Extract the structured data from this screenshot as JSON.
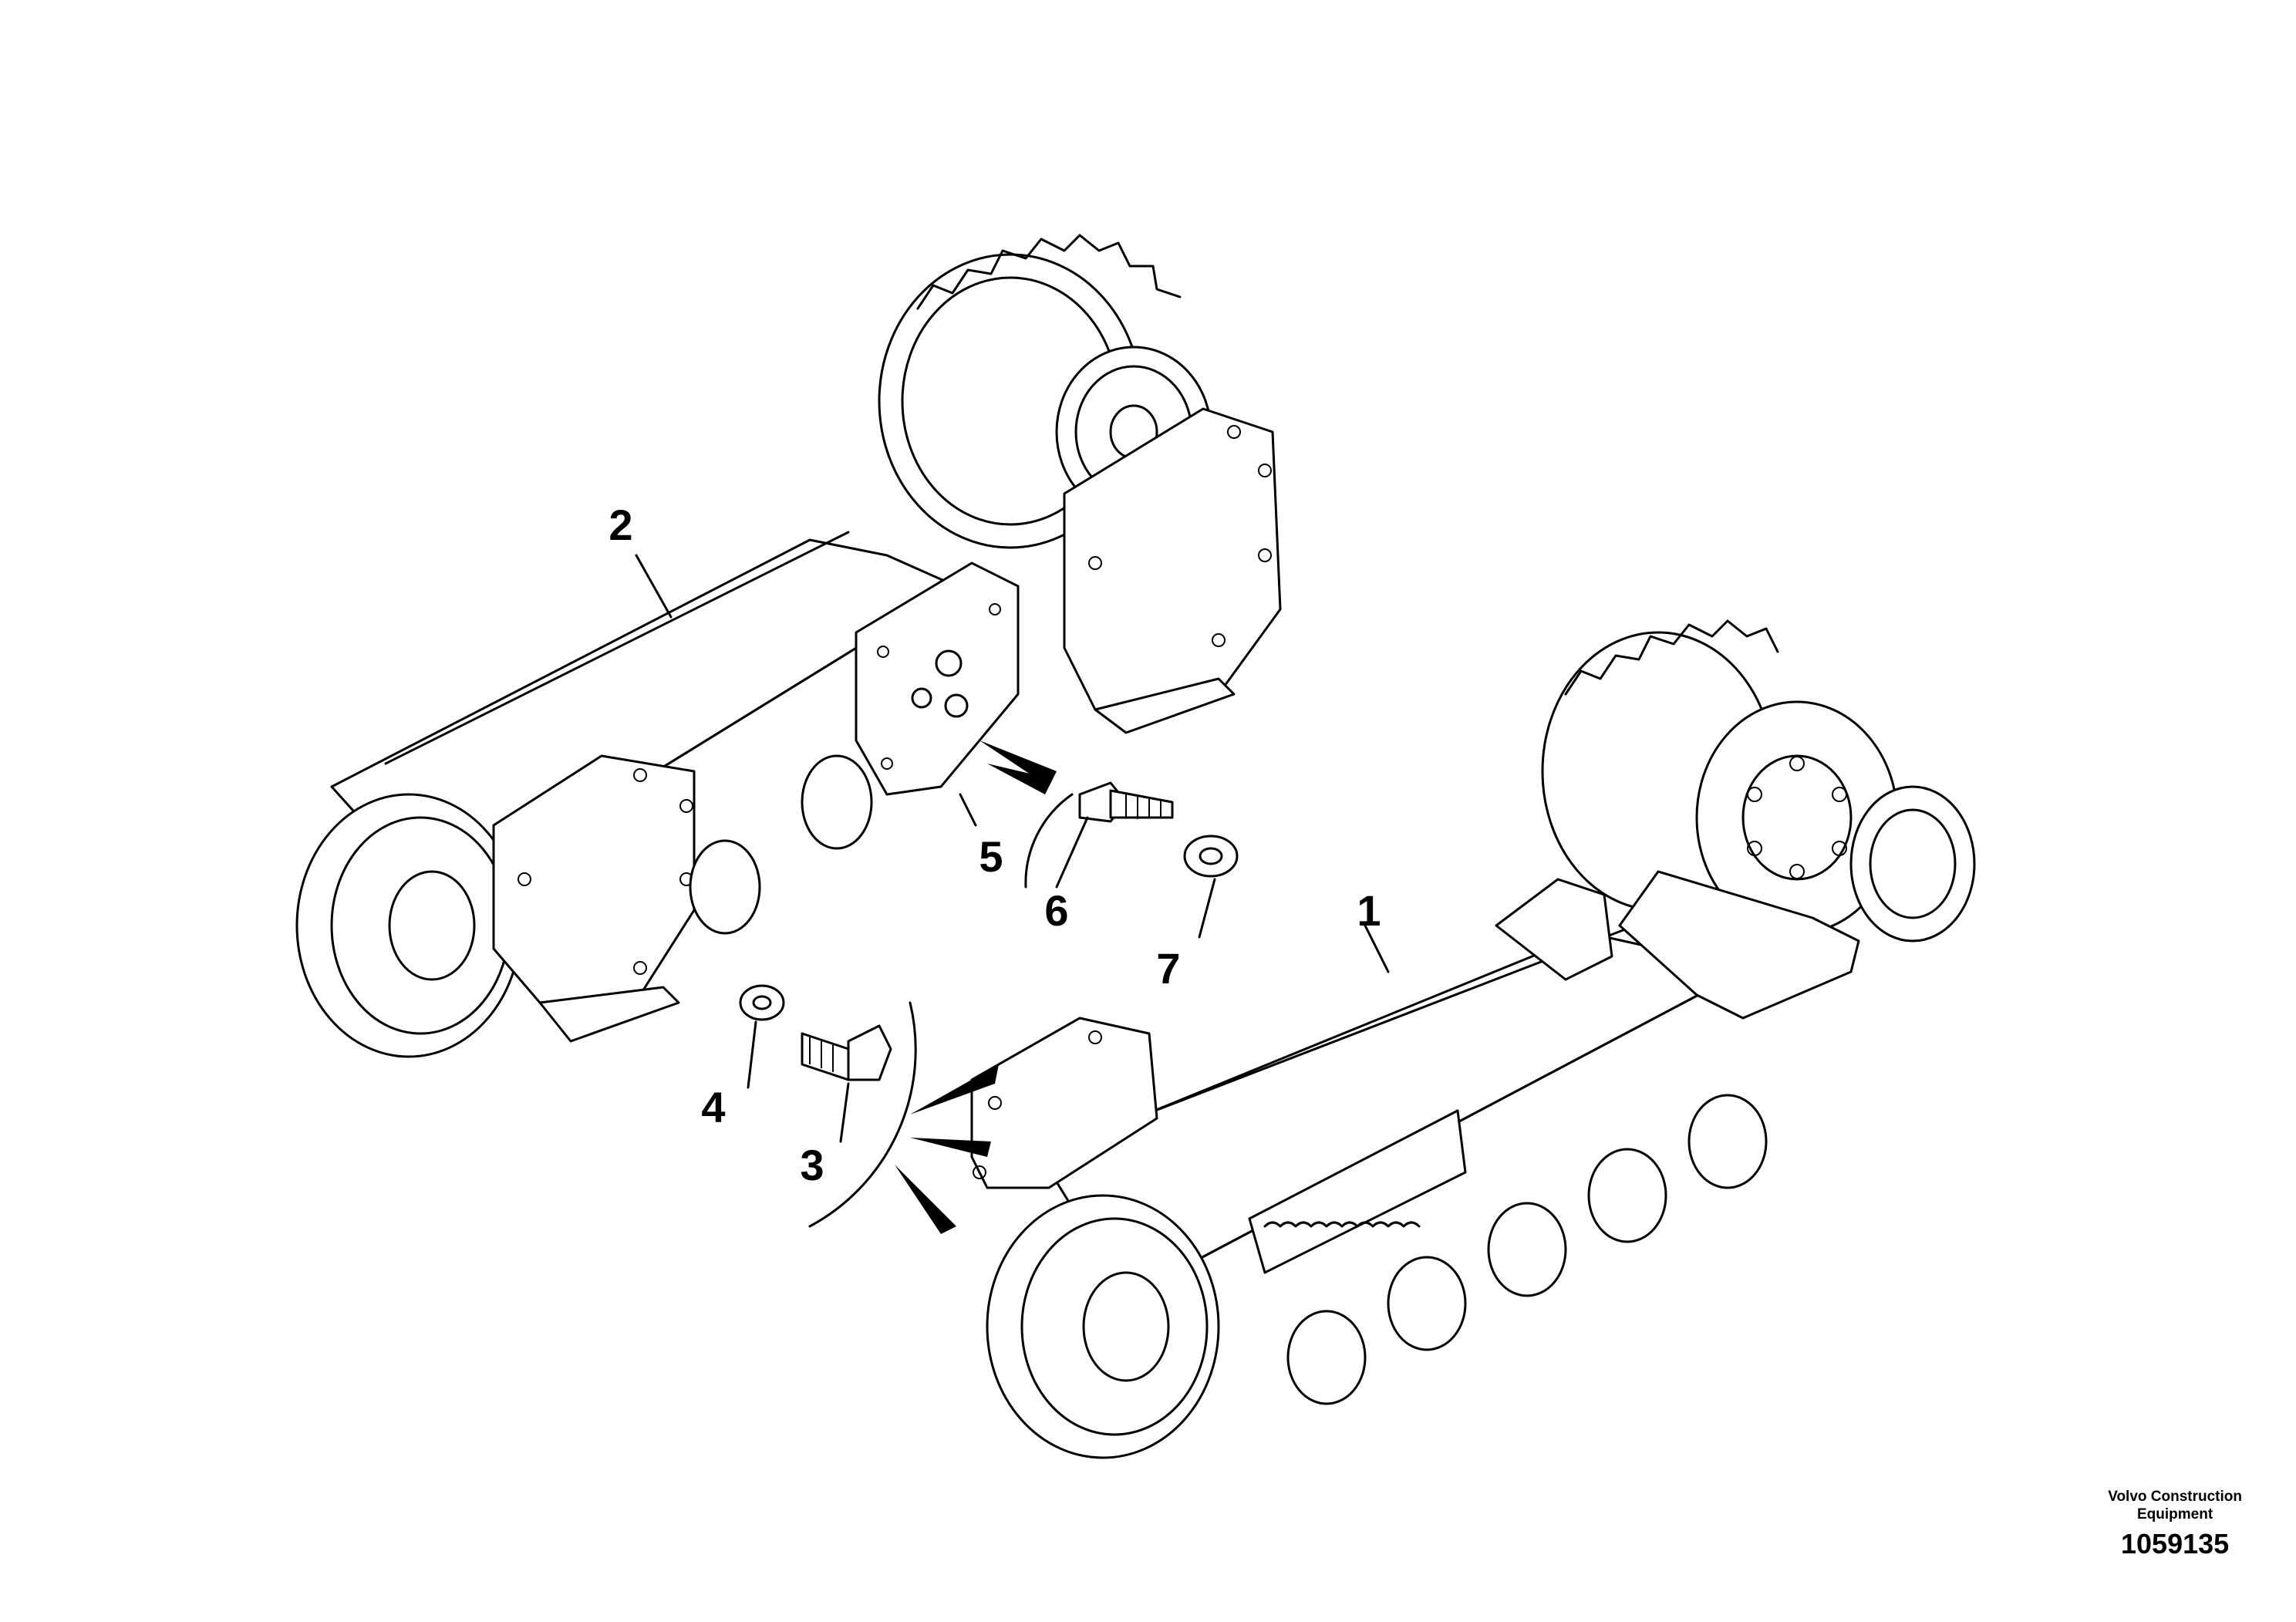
{
  "callouts": {
    "c1": "1",
    "c2": "2",
    "c3": "3",
    "c4": "4",
    "c5": "5",
    "c6": "6",
    "c7": "7"
  },
  "footer": {
    "brand_line1": "Volvo Construction",
    "brand_line2": "Equipment",
    "drawing_number": "1059135"
  }
}
